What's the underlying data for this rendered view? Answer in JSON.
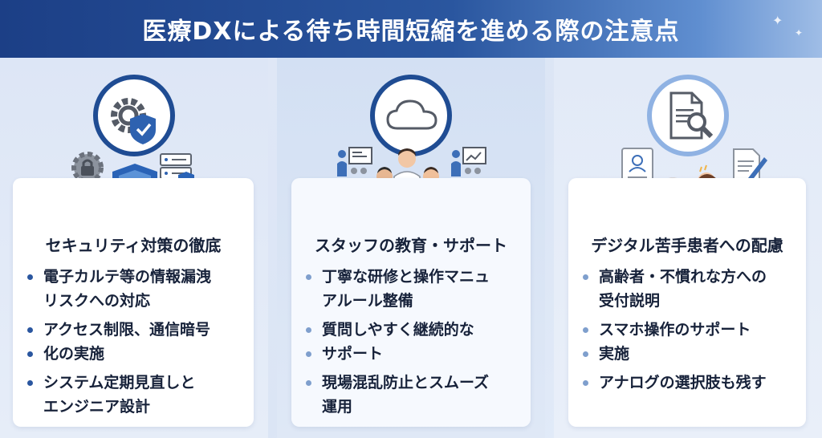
{
  "header": {
    "title": "医療DXによる待ち時間短縮を進める際の注意点"
  },
  "panels": [
    {
      "title": "セキュリティ対策の徹底",
      "bullets": [
        "電子カルテ等の情報漏洩\nリスクへの対応",
        "アクセス制限、通信暗号",
        "化の実施",
        "システム定期見直しと\nエンジニア設計"
      ],
      "icons": [
        "gear-shield-icon",
        "gear-lock-icon",
        "shield-check-icon",
        "server-icon",
        "key-icon",
        "padlock-icon"
      ]
    },
    {
      "title": "スタッフの教育・サポート",
      "bullets": [
        "丁寧な研修と操作マニュ\nアルール整備",
        "質問しやすく継続的な",
        "サポート",
        "現場混乱防止とスムーズ\n運用"
      ],
      "icons": [
        "cloud-icon",
        "presentation-icon",
        "medical-staff-group-icon",
        "manual-book-icon"
      ]
    },
    {
      "title": "デジタル苦手患者への配慮",
      "bullets": [
        "高齢者・不慣れな方への\n受付説明",
        "スマホ操作のサポート",
        "実施",
        "アナログの選択肢も残す"
      ],
      "icons": [
        "document-search-icon",
        "id-card-icon",
        "nurse-elderly-patient-icon",
        "paper-pen-icon"
      ]
    }
  ],
  "colors": {
    "header_start": "#1c3f86",
    "header_end": "#9fbde6",
    "accent": "#1f4c93",
    "bullet_dark": "#2a569f",
    "bullet_light": "#7f9fcd"
  }
}
